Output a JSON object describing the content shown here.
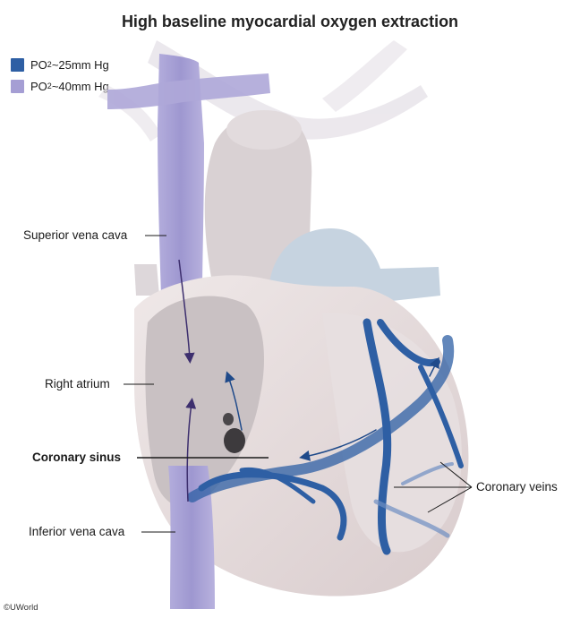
{
  "title": "High baseline myocardial oxygen extraction",
  "legend": [
    {
      "prefix": "PO",
      "subscript": "2",
      "text": " ~25mm Hg",
      "color": "#2e5fa4"
    },
    {
      "prefix": "PO",
      "subscript": "2",
      "text": " ~40mm Hg",
      "color": "#a59ed4"
    }
  ],
  "labels": {
    "superior_vena_cava": "Superior vena cava",
    "right_atrium": "Right atrium",
    "coronary_sinus": "Coronary sinus",
    "inferior_vena_cava": "Inferior vena cava",
    "coronary_veins": "Coronary veins"
  },
  "watermark": "©UWorld",
  "colors": {
    "deoxygenated_vein": "#2e5fa4",
    "mixed_venous": "#a59ed4",
    "heart_tissue": "#e6dcdc",
    "aorta": "#d4ced1",
    "pulmonary_artery": "#c9d6e2"
  }
}
